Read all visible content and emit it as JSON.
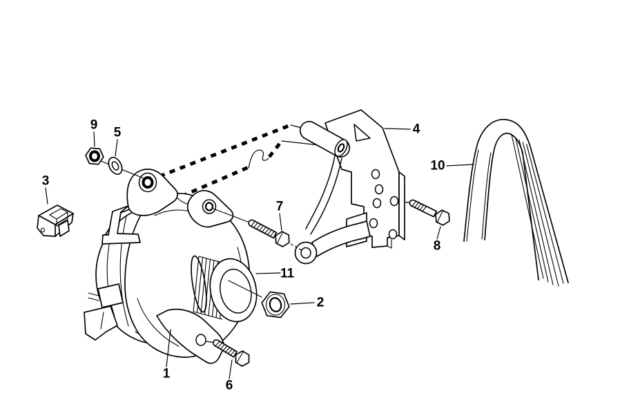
{
  "figure": {
    "background_color": "#ffffff",
    "line_color": "#000000"
  },
  "callouts": [
    {
      "label": "1"
    },
    {
      "label": "2"
    },
    {
      "label": "3"
    },
    {
      "label": "4"
    },
    {
      "label": "5"
    },
    {
      "label": "6"
    },
    {
      "label": "7"
    },
    {
      "label": "8"
    },
    {
      "label": "9"
    },
    {
      "label": "10"
    },
    {
      "label": "11"
    }
  ]
}
